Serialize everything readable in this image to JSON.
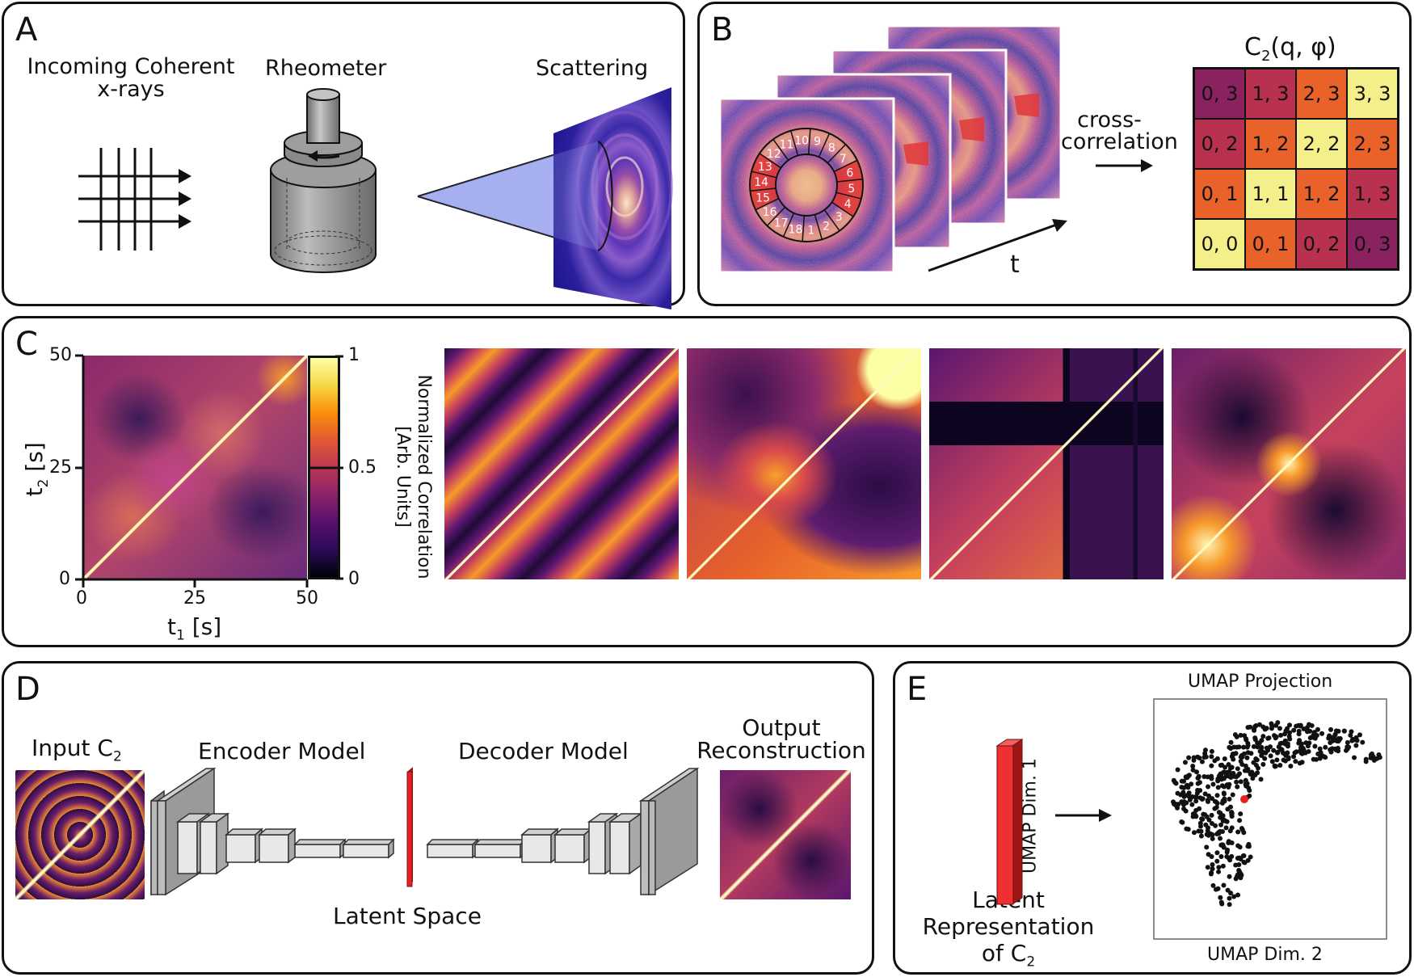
{
  "colors": {
    "inferno_dark": "#0c0726",
    "inferno_purple": "#57106e",
    "inferno_red": "#bc3754",
    "inferno_orange": "#f98e09",
    "inferno_yellow": "#fcffa4",
    "latent_red": "#e82020",
    "umap_point_red": "#e82020",
    "beam_blue": "#9ba6f0"
  },
  "panel_a": {
    "label": "A",
    "incoming_label_1": "Incoming Coherent",
    "incoming_label_2": "x-rays",
    "rheometer_label": "Rheometer",
    "scattering_label": "Scattering"
  },
  "panel_b": {
    "label": "B",
    "matrix_title": "C",
    "matrix_title_sub": "2",
    "matrix_title_rest": "(q,  φ)",
    "arrow_label_1": "cross-",
    "arrow_label_2": "correlation",
    "time_label": "t",
    "sector_numbers": [
      "1",
      "2",
      "3",
      "4",
      "5",
      "6",
      "7",
      "8",
      "9",
      "10",
      "11",
      "12",
      "13",
      "14",
      "15",
      "16",
      "17",
      "18"
    ],
    "matrix_rows": [
      [
        {
          "text": "0, 3",
          "color": "#8a2260"
        },
        {
          "text": "1, 3",
          "color": "#b8324f"
        },
        {
          "text": "2, 3",
          "color": "#e8622a"
        },
        {
          "text": "3, 3",
          "color": "#f3f08a"
        }
      ],
      [
        {
          "text": "0, 2",
          "color": "#b8324f"
        },
        {
          "text": "1, 2",
          "color": "#e8622a"
        },
        {
          "text": "2, 2",
          "color": "#f3f08a"
        },
        {
          "text": "2, 3",
          "color": "#e8622a"
        }
      ],
      [
        {
          "text": "0, 1",
          "color": "#e8622a"
        },
        {
          "text": "1, 1",
          "color": "#f3f08a"
        },
        {
          "text": "1, 2",
          "color": "#e8622a"
        },
        {
          "text": "1, 3",
          "color": "#b8324f"
        }
      ],
      [
        {
          "text": "0, 0",
          "color": "#f3f08a"
        },
        {
          "text": "0, 1",
          "color": "#e8622a"
        },
        {
          "text": "0, 2",
          "color": "#b8324f"
        },
        {
          "text": "0, 3",
          "color": "#8a2260"
        }
      ]
    ]
  },
  "panel_c": {
    "label": "C",
    "x_axis_label": "t",
    "x_axis_sub": "1",
    "x_axis_unit": " [s]",
    "y_axis_label": "t",
    "y_axis_sub": "2",
    "y_axis_unit": " [s]",
    "x_ticks": [
      "0",
      "25",
      "50"
    ],
    "y_ticks": [
      "0",
      "25",
      "50"
    ],
    "colorbar_ticks": [
      "0",
      "0.5",
      "1"
    ],
    "colorbar_label_1": "Normalized  Correlation",
    "colorbar_label_2": "[Arb.  Units]"
  },
  "panel_d": {
    "label": "D",
    "input_label": "Input C",
    "input_sub": "2",
    "encoder_label": "Encoder Model",
    "decoder_label": "Decoder Model",
    "output_label_1": "Output",
    "output_label_2": "Reconstruction",
    "latent_label": "Latent Space"
  },
  "panel_e": {
    "label": "E",
    "umap_title": "UMAP Projection",
    "umap_xlabel": "UMAP Dim. 2",
    "umap_ylabel": "UMAP Dim. 1",
    "latent_label_1": "Latent",
    "latent_label_2": "Representation",
    "latent_label_3": "of C",
    "latent_label_sub": "2"
  }
}
